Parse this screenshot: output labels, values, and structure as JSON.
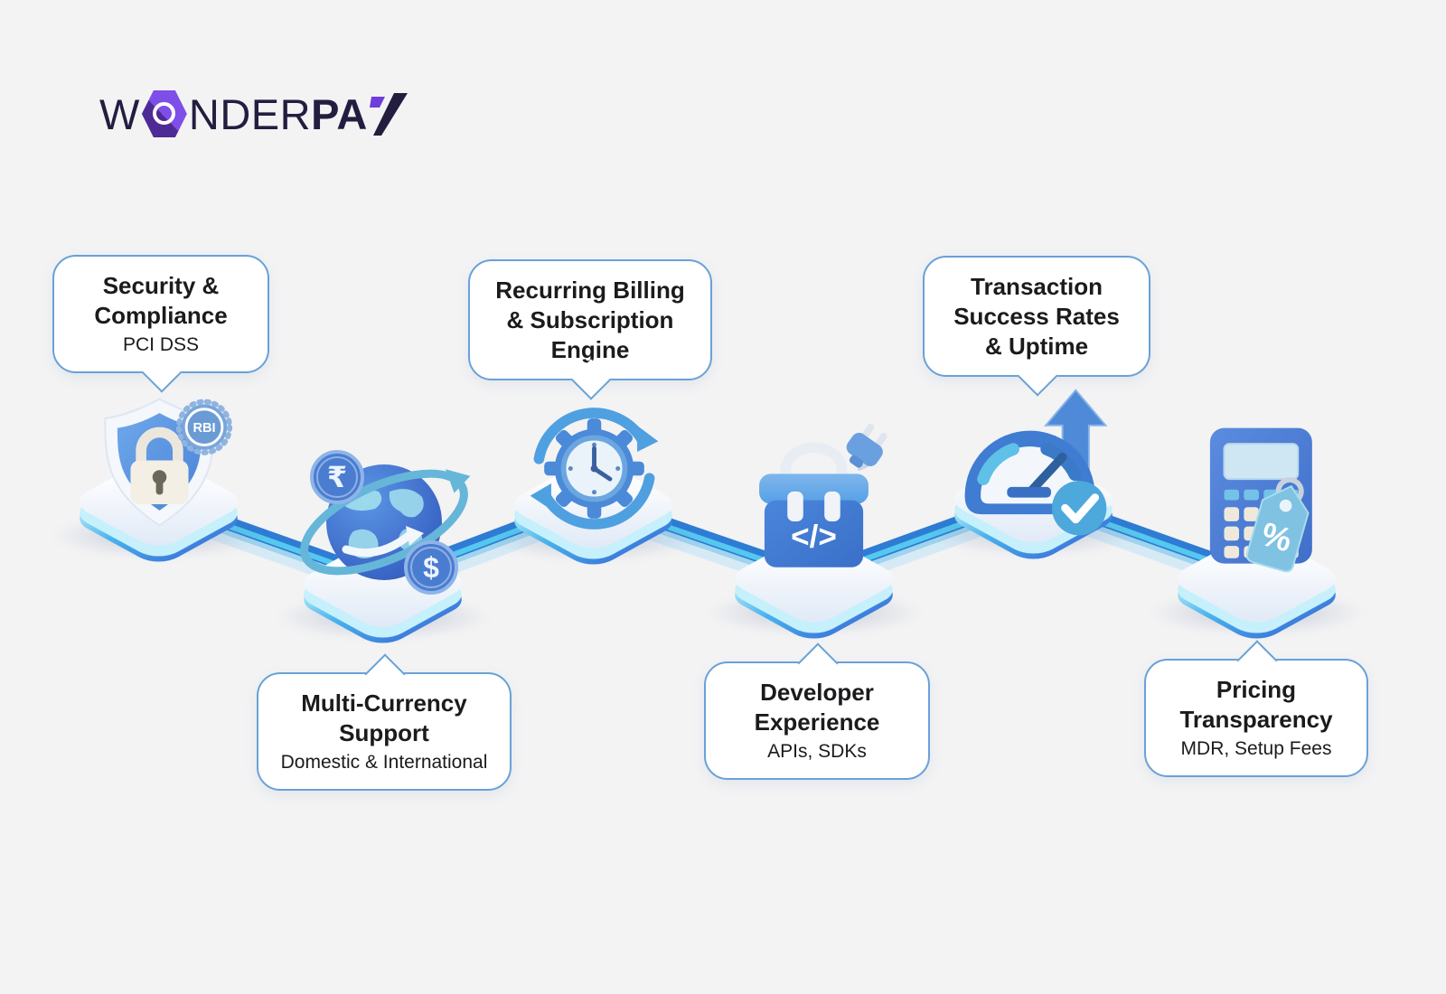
{
  "page": {
    "background_color": "#f3f3f4"
  },
  "logo": {
    "part1": "W",
    "part2": "NDER",
    "part3": "PA",
    "part4": "Y",
    "colors": {
      "text": "#231d40",
      "hexagon_light": "#7f4ee8",
      "hexagon_dark": "#4e2a96",
      "y_accent": "#6e3ddb"
    }
  },
  "features": [
    {
      "title": "Security & Compliance",
      "subtitle": "PCI DSS",
      "icon": "shield-lock-rbi-icon",
      "badge": "RBI",
      "callout_position": "above"
    },
    {
      "title": "Multi-Currency Support",
      "subtitle": "Domestic & International",
      "icon": "globe-currency-exchange-icon",
      "coin_left": "₹",
      "coin_right": "$",
      "callout_position": "below"
    },
    {
      "title": "Recurring Billing & Subscription Engine",
      "subtitle": "",
      "icon": "gear-clock-refresh-icon",
      "callout_position": "above"
    },
    {
      "title": "Developer Experience",
      "subtitle": "APIs, SDKs",
      "icon": "toolbox-code-plug-icon",
      "code_glyph": "</>",
      "callout_position": "below"
    },
    {
      "title": "Transaction Success Rates & Uptime",
      "subtitle": "",
      "icon": "speedometer-uptime-check-icon",
      "callout_position": "above"
    },
    {
      "title": "Pricing Transparency",
      "subtitle": "MDR, Setup Fees",
      "icon": "calculator-percent-tag-icon",
      "tag_glyph": "%",
      "callout_position": "below"
    }
  ],
  "style": {
    "callout_border": "#69a1d8",
    "beam_dark": "#2e7cd4",
    "beam_core": "#55c8f0",
    "icon_blue": "#4a86d8",
    "text_color": "#1b1b1e"
  }
}
